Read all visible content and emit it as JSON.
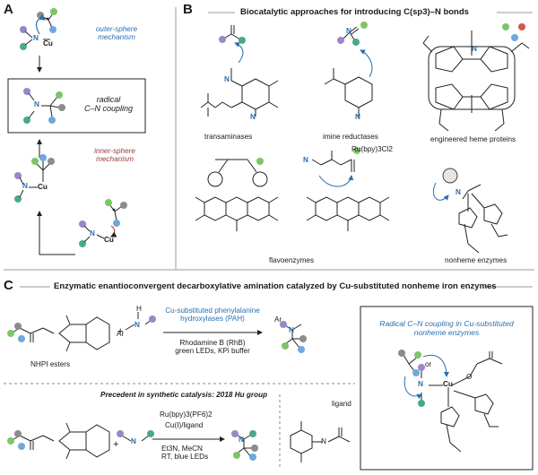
{
  "panels": {
    "a": {
      "letter": "A",
      "outer": "outer-sphere\nmechanism",
      "coupling": "radical\nC–N coupling",
      "inner": "inner-sphere\nmechanism"
    },
    "b": {
      "letter": "B",
      "title": "Biocatalytic approaches for introducing C(sp3)–N bonds",
      "labels": {
        "transaminases": "transaminases",
        "imine_reductases": "imine reductases",
        "heme": "engineered heme proteins",
        "flavo": "flavoenzymes",
        "nonheme": "nonheme enzymes",
        "ru": "Ru(bpy)3Cl2"
      }
    },
    "c": {
      "letter": "C",
      "title": "Enzymatic enantioconvergent decarboxylative amination catalyzed by Cu-substituted nonheme iron enzymes",
      "nhpi": "NHPI esters",
      "plus": "+",
      "enzyme": "Cu-substituted phenylalanine\nhydroxylases (PAH)",
      "conditions": "Rhodamine B (RhB)\ngreen LEDs, KPi buffer",
      "box_title": "Radical C–N coupling in Cu-substituted\nnonheme enzymes",
      "or": "or",
      "precedent": "Precedent in synthetic catalysis: 2018 Hu group",
      "cat1": "Ru(bpy)3(PF6)2",
      "cat2": "Cu(I)/ligand",
      "cat3": "Et3N, MeCN\nRT, blue LEDs",
      "ligand": "ligand",
      "atoms": {
        "ar": "Ar",
        "n": "N",
        "h": "H",
        "cu": "Cu",
        "o": "O"
      }
    }
  },
  "colors": {
    "blue": "#2a6fb0",
    "teal": "#4aa88a",
    "purple": "#9a86c8",
    "green": "#7cc56b",
    "red": "#d9534f",
    "grey": "#8c8c8c",
    "lightblue": "#6fa8dc",
    "heme_red": "#c0392b"
  }
}
